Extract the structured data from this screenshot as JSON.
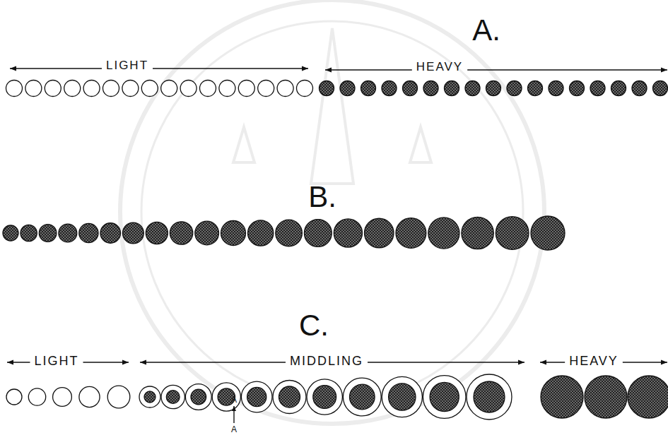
{
  "diagram": {
    "labels": [
      "A.",
      "LIGHT",
      "HEAVY",
      "B.",
      "C.",
      "LIGHT",
      "MIDDLING",
      "HEAVY",
      "A",
      "A"
    ]
  }
}
